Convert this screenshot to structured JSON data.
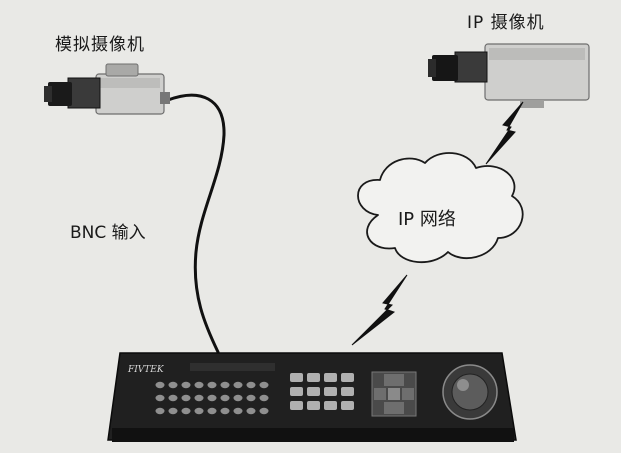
{
  "labels": {
    "analog_camera": "模拟摄像机",
    "ip_camera": "IP 摄像机",
    "bnc_input": "BNC 输入",
    "ip_network": "IP 网络"
  },
  "dvr": {
    "brand": "FIVTEK"
  },
  "colors": {
    "background": "#e9e9e6",
    "line": "#111111",
    "device_dark": "#1c1c1c",
    "camera_body": "#cfcfcd"
  },
  "icons": [
    "analog-camera-icon",
    "ip-camera-icon",
    "cloud-icon",
    "lightning-bolt-icon",
    "dvr-icon"
  ]
}
